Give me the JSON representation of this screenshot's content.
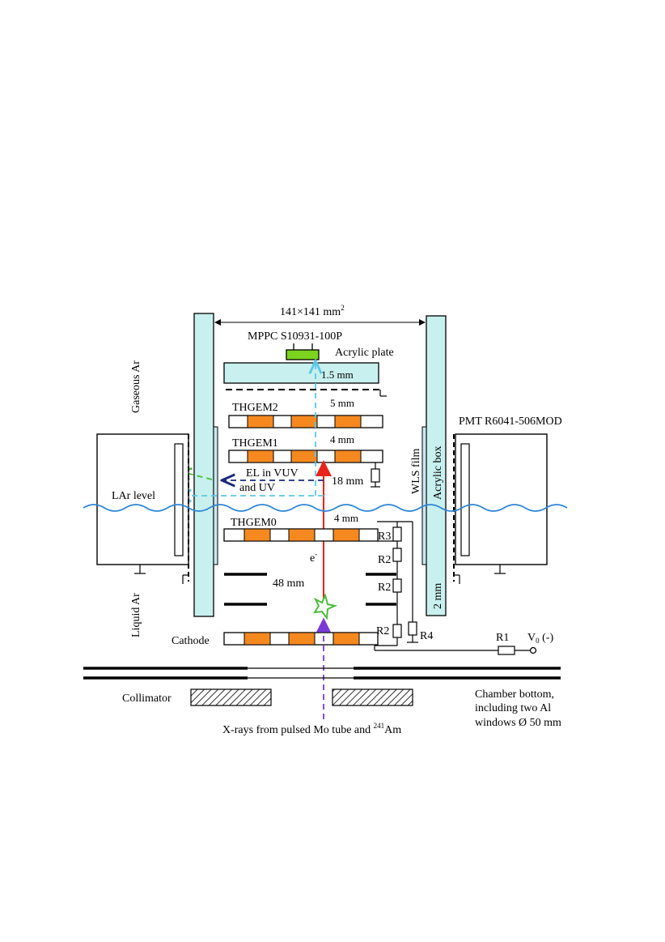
{
  "labels": {
    "dimension": "141×141 mm",
    "dimension_sup": "2",
    "mppc": "MPPC S10931-100P",
    "acrylic_plate": "Acrylic plate",
    "gap_plate": "1.5 mm",
    "gaseous_ar": "Gaseous Ar",
    "thgem2": "THGEM2",
    "gap_5mm": "5 mm",
    "thgem1": "THGEM1",
    "gap_4mm_top": "4 mm",
    "el_line1": "EL in VUV",
    "el_line2": "and UV",
    "gap_18mm": "18 mm",
    "lar_level": "LAr level",
    "wls_film": "WLS film",
    "acrylic_box": "Acrylic box",
    "pmt": "PMT R6041-506MOD",
    "thgem0": "THGEM0",
    "gap_4mm_bottom": "4 mm",
    "r3": "R3",
    "r2_a": "R2",
    "r2_b": "R2",
    "r2_c": "R2",
    "r4": "R4",
    "r1": "R1",
    "v0": "V",
    "v0_sub": "0",
    "v0_sign": " (-)",
    "electron": "e",
    "electron_sup": "-",
    "gap_48mm": "48 mm",
    "liquid_ar": "Liquid Ar",
    "gap_2mm": "2 mm",
    "cathode": "Cathode",
    "collimator": "Collimator",
    "chamber_line1": "Chamber bottom,",
    "chamber_line2": "including two Al",
    "chamber_line3": "windows Ø 50 mm",
    "xrays_prefix": "X-rays from pulsed Mo tube and ",
    "xrays_sup": "241",
    "xrays_suffix": "Am"
  },
  "colors": {
    "acrylic": "#c8f0ee",
    "mppc": "#7cd31f",
    "thgem_pad": "#f5891f",
    "electron_track": "#e8231c",
    "light_path": "#5bc8e8",
    "el_arrow": "#1a2a78",
    "green_arrow": "#4cbb3a",
    "xray_arrow": "#7b3ad8",
    "liquid_surface": "#2e86d8"
  }
}
